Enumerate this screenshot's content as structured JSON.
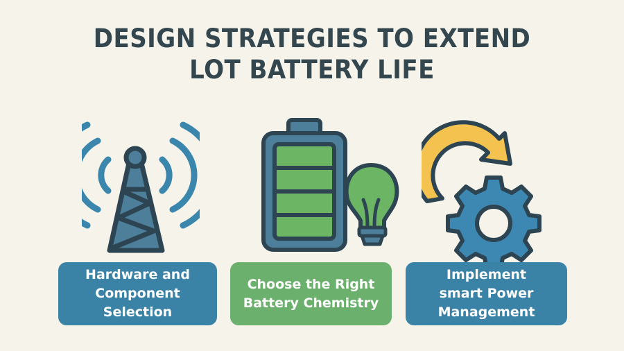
{
  "title": {
    "line1": "DESIGN STRATEGIES TO EXTEND",
    "line2": "LOT BATTERY LIFE"
  },
  "colors": {
    "background": "#f6f3ea",
    "title_text": "#34474f",
    "outline": "#2d4552",
    "blue_card": "#3a82a6",
    "green_card": "#6bb06c",
    "icon_blue": "#4d7f9a",
    "icon_green": "#6cb564",
    "arrow_yellow": "#f3c24f",
    "gear_blue": "#3d87b3"
  },
  "strategies": [
    {
      "icon": "radio-tower-icon",
      "label": "Hardware and\nComponent\nSelection",
      "color": "#3a82a6"
    },
    {
      "icon": "battery-bulb-icon",
      "label": "Choose the Right\nBattery Chemistry",
      "color": "#6bb06c"
    },
    {
      "icon": "gear-cycle-icon",
      "label": "Implement\nsmart Power\nManagement",
      "color": "#3a82a6"
    }
  ]
}
